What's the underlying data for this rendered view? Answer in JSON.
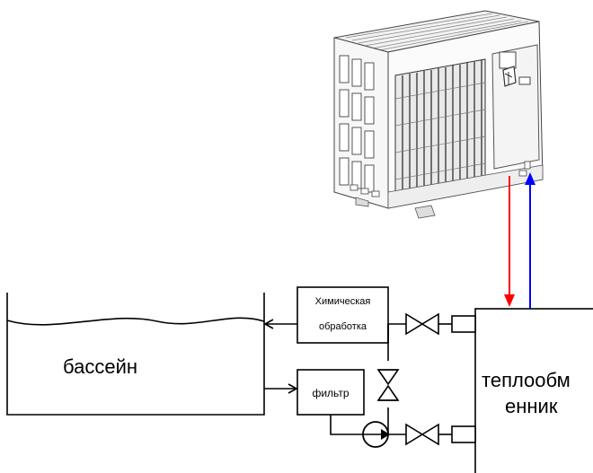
{
  "pool": {
    "label": "бассейн"
  },
  "chem": {
    "line1": "Химическая",
    "line2": "обработка"
  },
  "filter": {
    "label": "фильтр"
  },
  "hx": {
    "line1": "теплообм",
    "line2": "енник"
  },
  "colors": {
    "hot": "#ff0000",
    "cold": "#0000ff",
    "line": "#000000"
  }
}
